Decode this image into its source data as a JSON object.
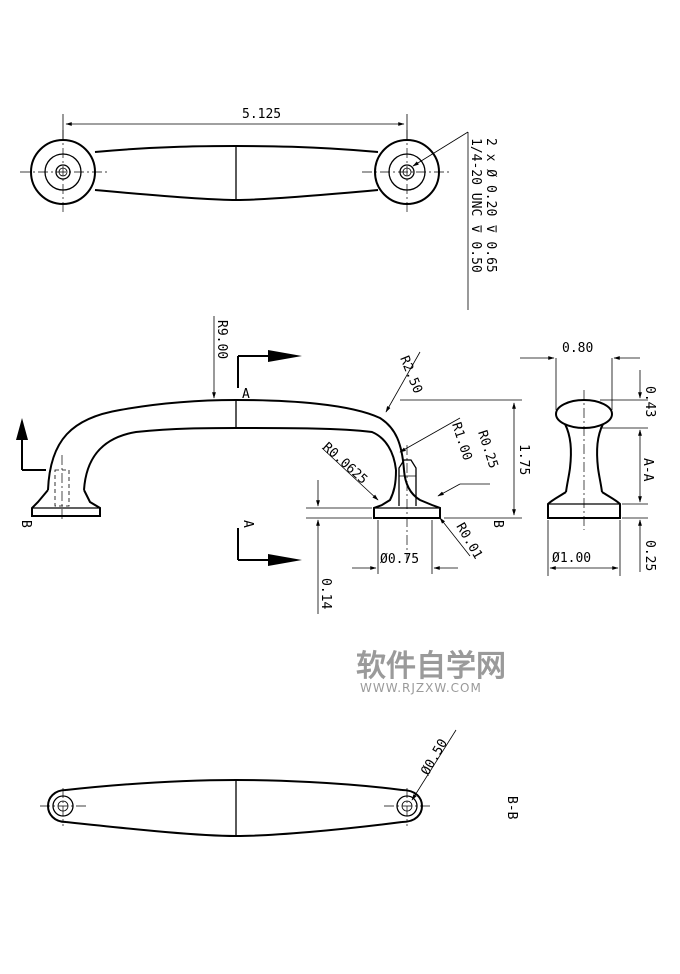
{
  "top_view": {
    "overall_length": "5.125",
    "hole_callout_line1": "2 x Ø 0.20 ⊽ 0.65",
    "hole_callout_line2": "1/4-20 UNC ⊽ 0.50"
  },
  "front_view": {
    "radius_main": "R9.00",
    "radius_outer_bend": "R2.50",
    "radius_inner_bend": "R1.00",
    "radius_fillet_small": "R0.25",
    "radius_foot_top": "R0.0625",
    "radius_foot_edge": "R0.01",
    "height": "1.75",
    "foot_diameter": "Ø0.75",
    "foot_height": "0.14",
    "section_label_a_top": "A",
    "section_label_a_bottom": "A",
    "section_label_b_right": "B",
    "section_label_b_left": "B"
  },
  "section_aa": {
    "top_width": "0.80",
    "head_height": "0.43",
    "base_diameter": "Ø1.00",
    "base_height": "0.25",
    "title": "A-A"
  },
  "section_bb": {
    "hole_diameter": "Ø0.50",
    "title": "B-B"
  },
  "watermark": {
    "cn": "软件自学网",
    "url": "WWW.RJZXW.COM"
  }
}
